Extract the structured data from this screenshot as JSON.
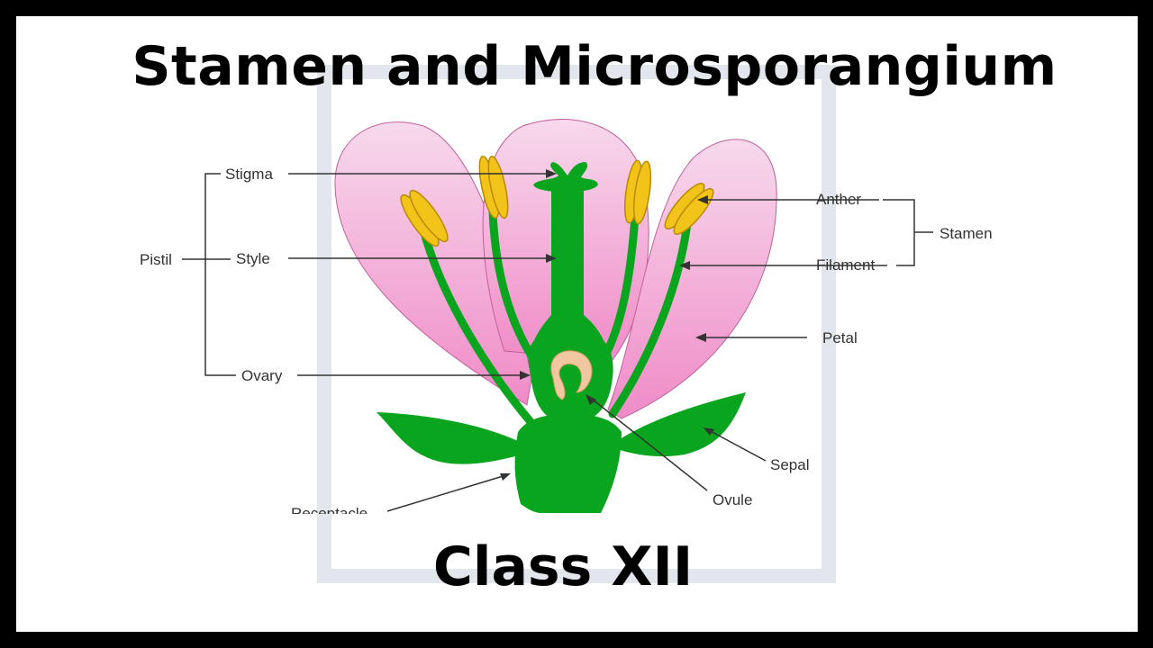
{
  "title": "Stamen and Microsporangium",
  "subtitle": "Class XII",
  "labels": {
    "stigma": "Stigma",
    "style": "Style",
    "ovary": "Ovary",
    "pistil": "Pistil",
    "anther": "Anther",
    "filament": "Filament",
    "stamen": "Stamen",
    "petal": "Petal",
    "sepal": "Sepal",
    "ovule": "Ovule",
    "receptacle": "Receptacle"
  },
  "colors": {
    "petal": "#f3b6da",
    "green": "#0aa51e",
    "anther": "#f2c318",
    "ovule": "#f0c7a0",
    "watermark": "#e3e6ec"
  }
}
